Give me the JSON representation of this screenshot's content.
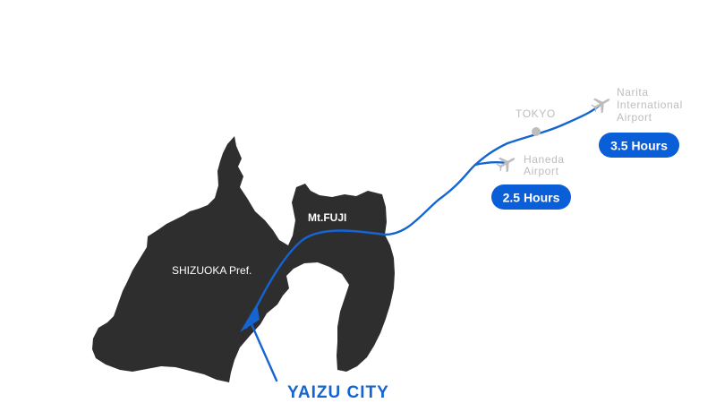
{
  "colors": {
    "land": "#2e2e2e",
    "route": "#1464d2",
    "pill": "#0a5ed7",
    "muted": "#bdbdbd",
    "city": "#1464d2"
  },
  "labels": {
    "prefecture": "SHIZUOKA Pref.",
    "mountain": "Mt.FUJI",
    "city": "YAIZU CITY",
    "tokyo": "TOKYO",
    "haneda": [
      "Haneda",
      "Airport"
    ],
    "narita": [
      "Narita",
      "International",
      "Airport"
    ]
  },
  "travel_times": {
    "haneda": "2.5 Hours",
    "narita": "3.5 Hours"
  },
  "icons": {
    "airport": "airplane-icon",
    "city_marker": "location-pointer-icon"
  }
}
